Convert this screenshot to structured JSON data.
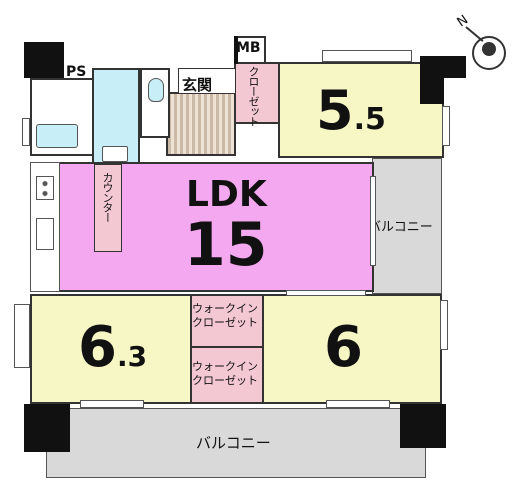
{
  "colors": {
    "room_yellow": "#f7f7c6",
    "ldk_pink": "#f4a8f0",
    "balcony_gray": "#d9d9d9",
    "wet_blue": "#c8eef8",
    "closet_pink": "#f3c8d2",
    "wall_black": "#111111"
  },
  "labels": {
    "ps": "PS",
    "mb": "MB",
    "entrance": "玄関",
    "closet": "クローゼット",
    "counter": "カウンター",
    "balcony_right": "バルコニー",
    "balcony_bottom": "バルコニー",
    "walkin_top": "ウォークイン\nクローゼット",
    "walkin_bottom": "ウォークイン\nクローゼット",
    "ldk_title": "LDK",
    "ldk_size": "15",
    "room_ne_int": "5",
    "room_ne_dec": ".5",
    "room_sw_int": "6",
    "room_sw_dec": ".3",
    "room_se": "6",
    "compass_n": "N"
  },
  "icons": {
    "compass": "compass-icon",
    "stove": "stove-icon",
    "sink": "sink-icon",
    "toilet": "toilet-icon",
    "bathtub": "bathtub-icon",
    "washbasin": "washbasin-icon"
  }
}
